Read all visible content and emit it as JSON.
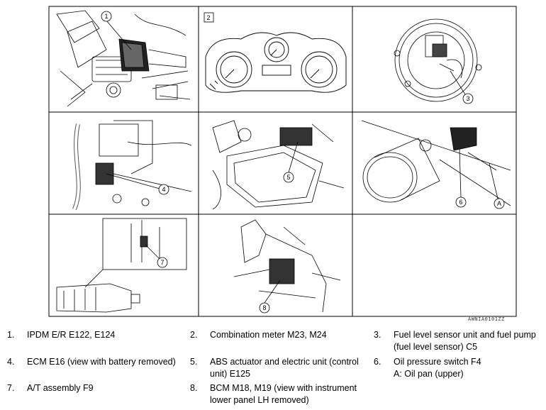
{
  "figure_code": "AWNIA0101ZZ",
  "callouts": [
    "1",
    "2",
    "3",
    "4",
    "5",
    "6",
    "7",
    "8",
    "A"
  ],
  "legend": [
    {
      "number": "1.",
      "lines": [
        "IPDM E/R E122, E124"
      ]
    },
    {
      "number": "2.",
      "lines": [
        "Combination meter M23, M24"
      ]
    },
    {
      "number": "3.",
      "lines": [
        "Fuel level sensor unit and fuel pump",
        "(fuel level sensor) C5"
      ]
    },
    {
      "number": "4.",
      "lines": [
        "ECM E16 (view with battery removed)"
      ]
    },
    {
      "number": "5.",
      "lines": [
        "ABS actuator and electric unit (control",
        "unit) E125"
      ]
    },
    {
      "number": "6.",
      "lines": [
        "Oil pressure switch F4",
        "A: Oil pan (upper)"
      ]
    },
    {
      "number": "7.",
      "lines": [
        "A/T assembly F9"
      ]
    },
    {
      "number": "8.",
      "lines": [
        "BCM M18, M19 (view with instrument",
        "lower panel LH removed)"
      ]
    }
  ]
}
